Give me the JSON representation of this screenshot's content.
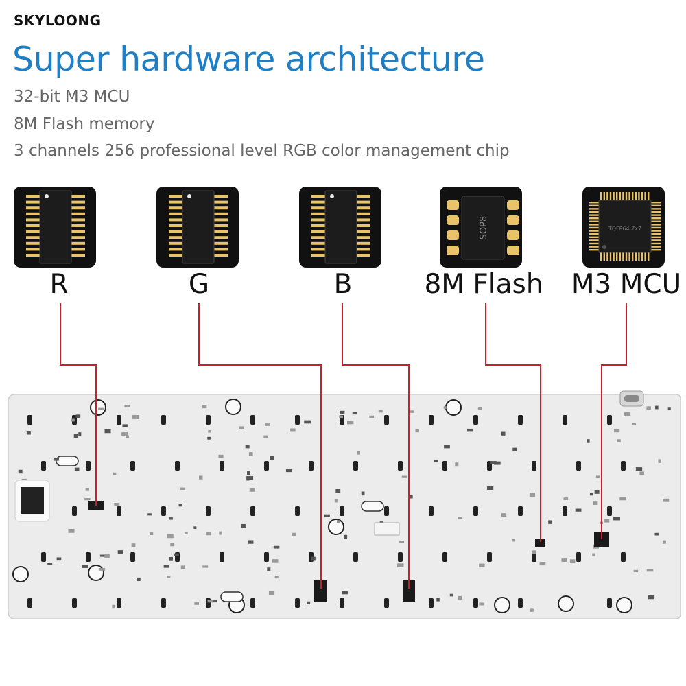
{
  "brand": {
    "logo": "SKYLOONG"
  },
  "header": {
    "title": "Super hardware architecture",
    "specs": [
      "32-bit M3 MCU",
      "8M Flash memory",
      "3 channels 256 professional level RGB color management chip"
    ]
  },
  "chips": [
    {
      "label": "R",
      "package": ""
    },
    {
      "label": "G",
      "package": ""
    },
    {
      "label": "B",
      "package": ""
    },
    {
      "label": "8M Flash",
      "package": "SOP8"
    },
    {
      "label": "M3 MCU",
      "package": "TQFP64 7x7"
    }
  ],
  "colors": {
    "title": "#1f7ec4",
    "connector_line": "#c8202a",
    "chip_background": "#111111",
    "pin_gold": "#e8c36a",
    "pcb": "#ececec"
  },
  "icons": [
    "soic-chip-icon",
    "sop8-chip-icon",
    "tqfp-chip-icon",
    "usb-c-port-icon"
  ]
}
